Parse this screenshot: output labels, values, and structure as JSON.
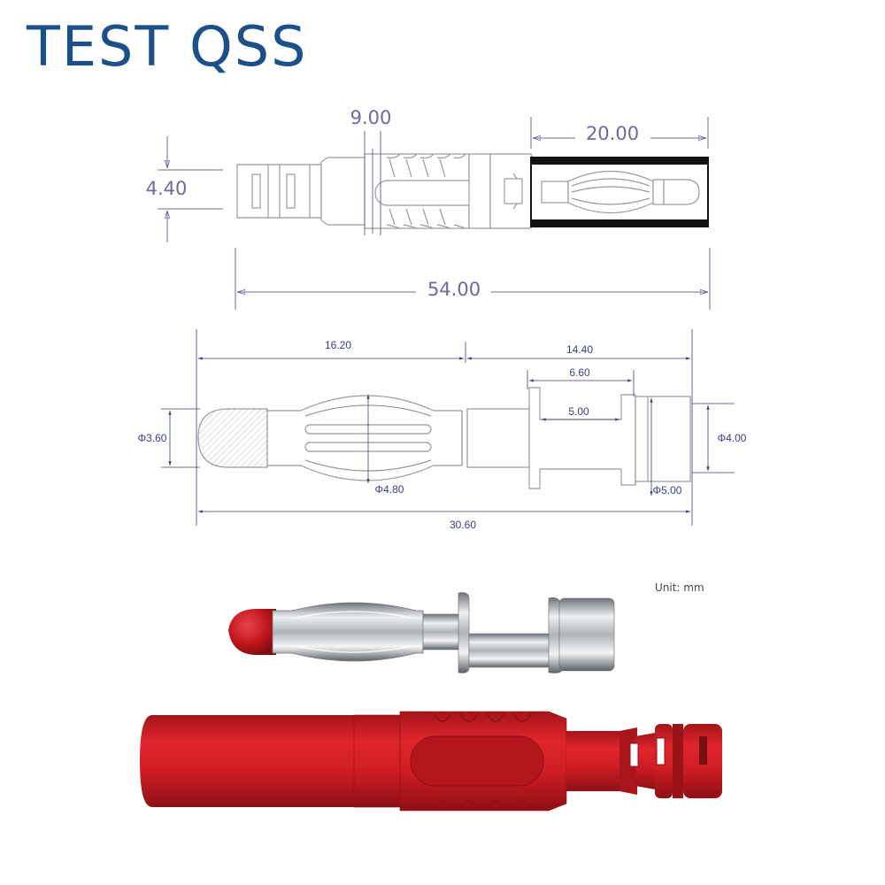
{
  "brand": {
    "title": "TEST QSS",
    "color": "#1d4f88"
  },
  "top_drawing": {
    "width_9": "9.00",
    "length_20": "20.00",
    "height_4_4": "4.40",
    "overall_54": "54.00"
  },
  "mid_drawing": {
    "length_16_2": "16.20",
    "length_14_4": "14.40",
    "width_6_6": "6.60",
    "width_5": "5.00",
    "dia_3_6": "Φ3.60",
    "dia_4_8": "Φ4.80",
    "dia_5": "Φ5.00",
    "dia_4": "Φ4.00",
    "overall_30_6": "30.60"
  },
  "unit_label": "Unit:  mm",
  "colors": {
    "dim_purple": "#6c6a9e",
    "dim_navy": "#3b3d8a",
    "plug_red": "#c41a1f",
    "metal": "#b9bdc2"
  }
}
